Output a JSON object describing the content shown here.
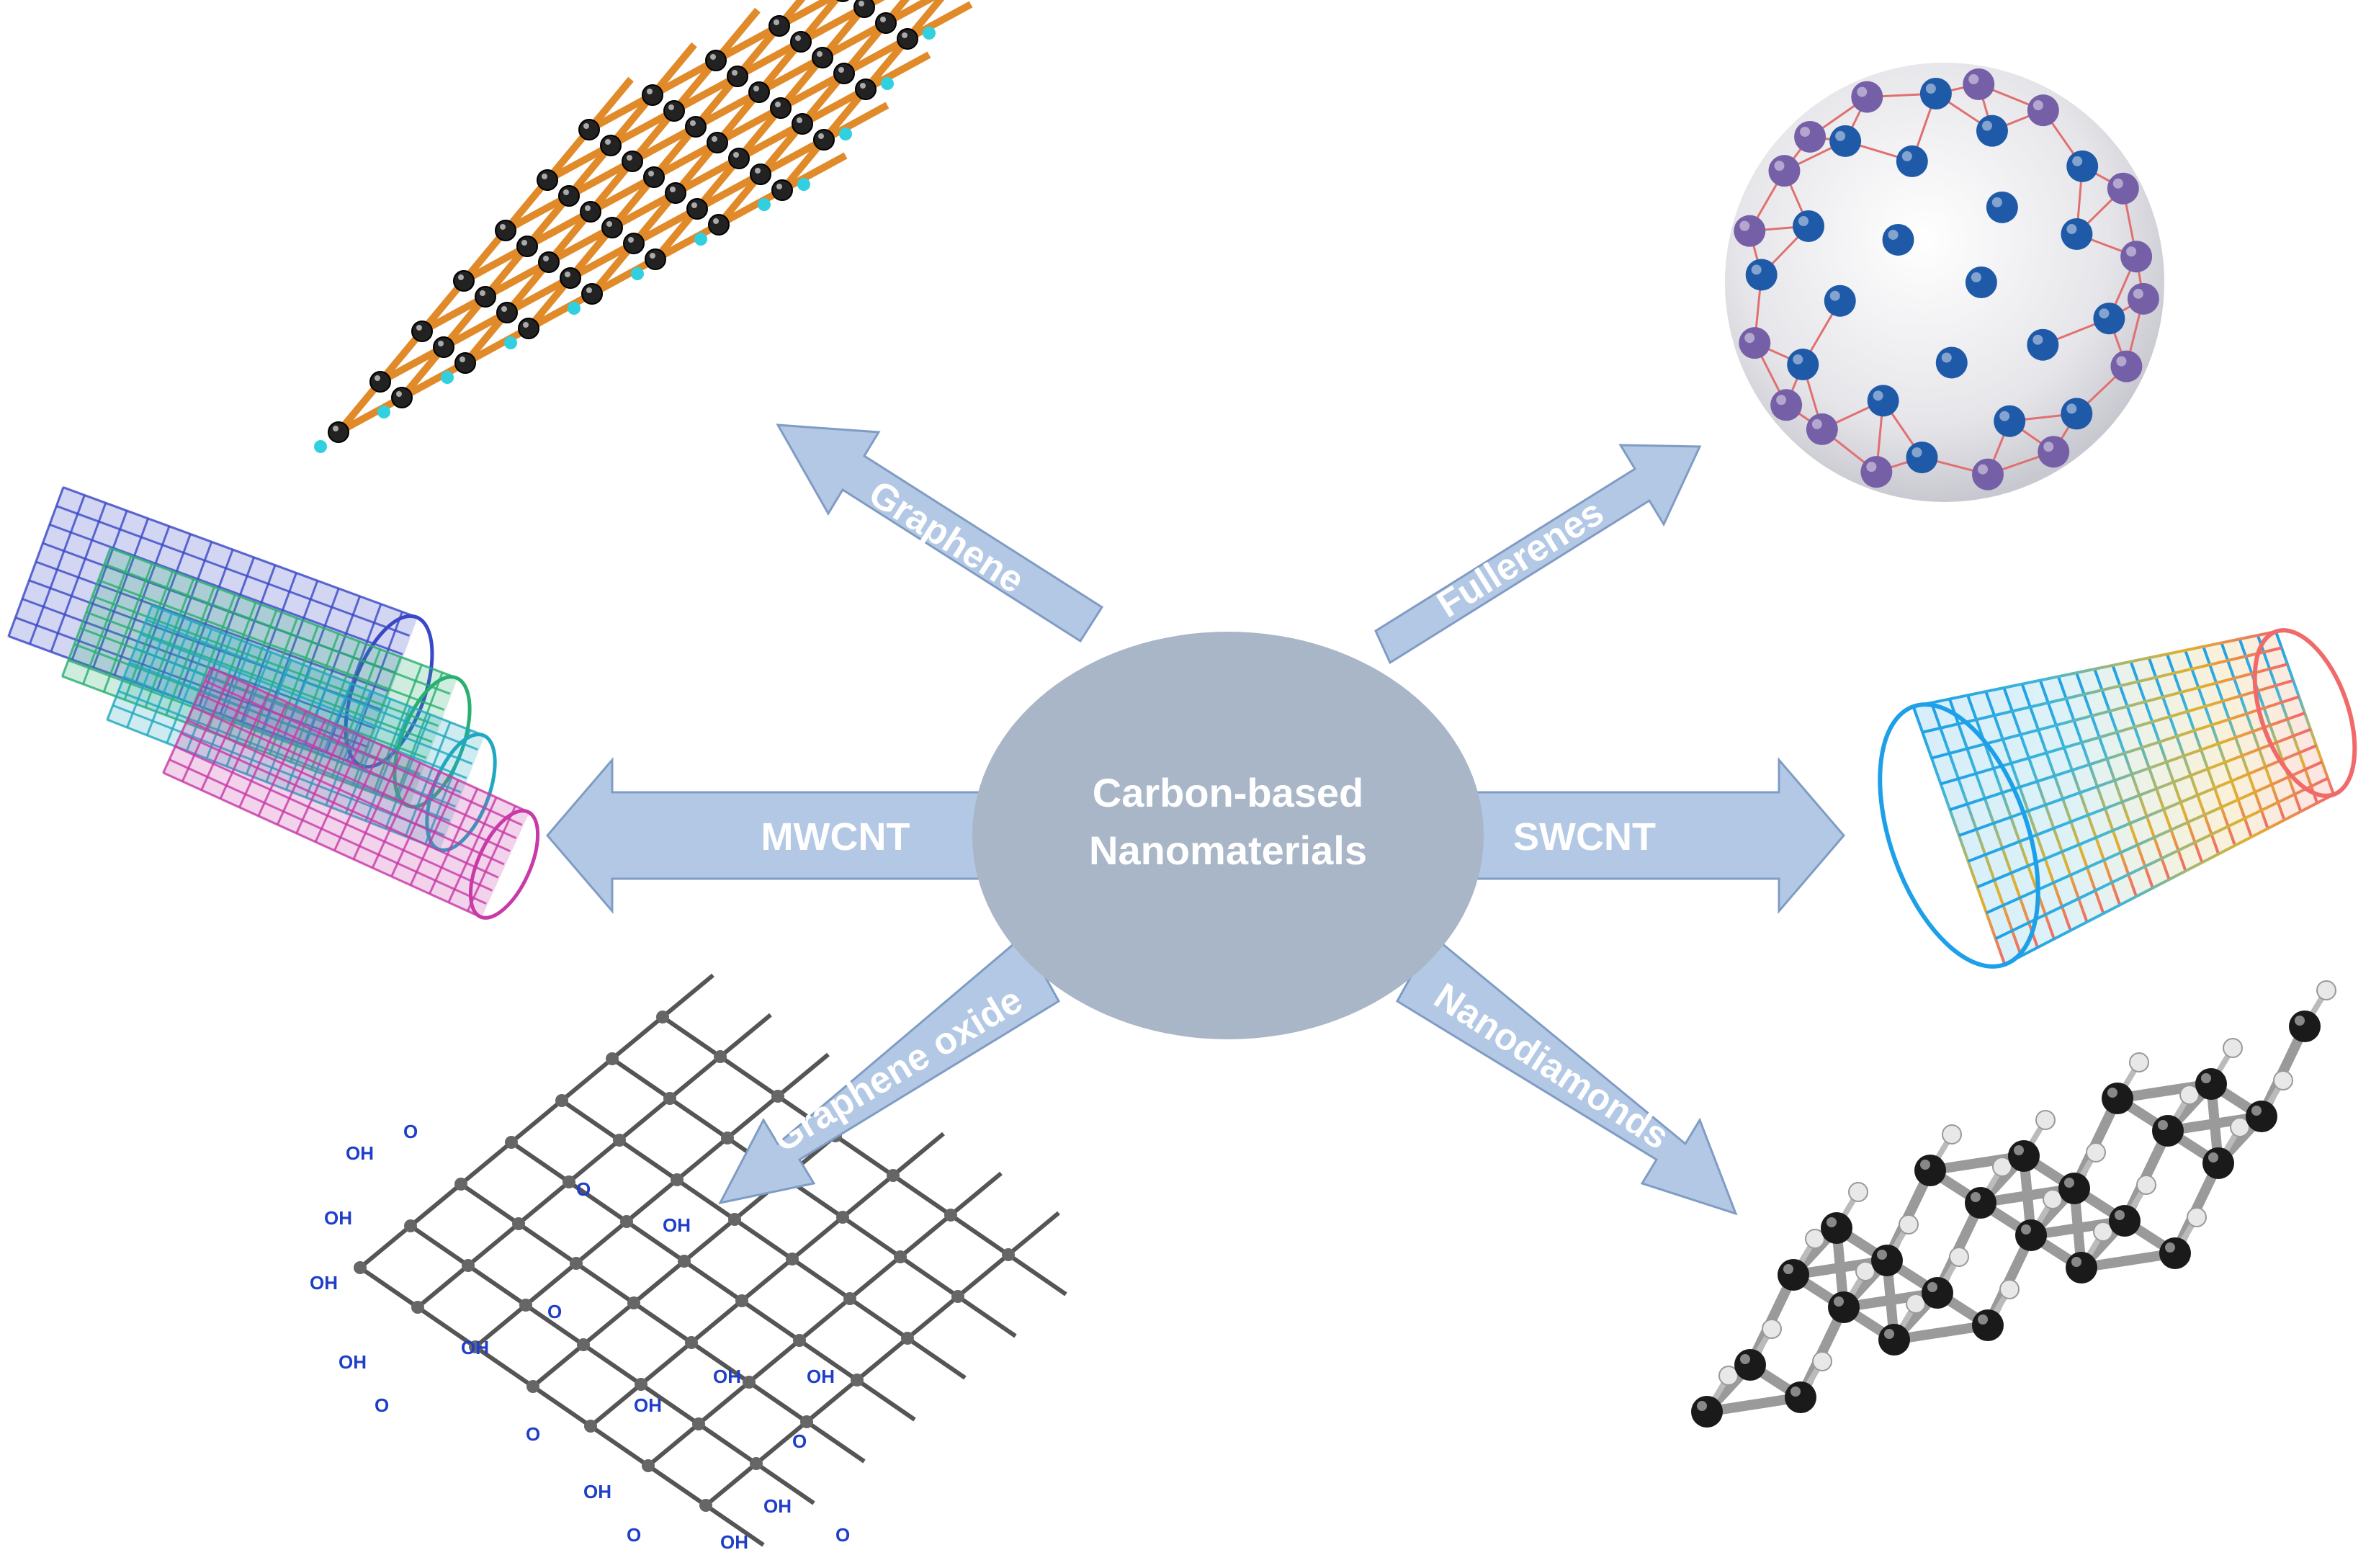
{
  "center": {
    "line1": "Carbon-based",
    "line2": "Nanomaterials"
  },
  "arrows": [
    {
      "id": "graphene",
      "label": "Graphene"
    },
    {
      "id": "fullerenes",
      "label": "Fullerenes"
    },
    {
      "id": "mwcnt",
      "label": "MWCNT"
    },
    {
      "id": "swcnt",
      "label": "SWCNT"
    },
    {
      "id": "graphene-oxide",
      "label": "Graphene oxide"
    },
    {
      "id": "nanodiamonds",
      "label": "Nanodiamonds"
    }
  ],
  "graphene_oxide_groups": {
    "oh": "OH",
    "o": "O"
  },
  "colors": {
    "arrow_fill": "#b3c8e4",
    "arrow_stroke": "#7f9cc4",
    "center_fill": "#a8b6c8",
    "label_text": "#ffffff",
    "oxide_groups": "#1f3ec9"
  }
}
